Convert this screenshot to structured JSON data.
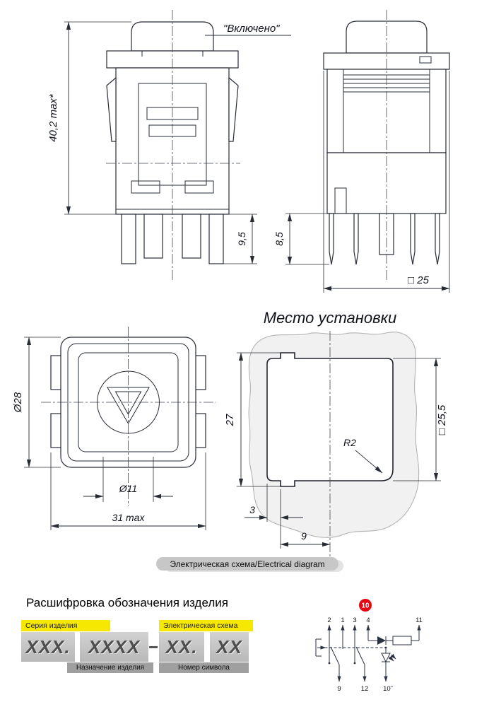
{
  "front_view": {
    "label_on": "\"Включено\"",
    "dim_height": "40,2 max*",
    "dim_pin": "9,5"
  },
  "side_view": {
    "dim_pin": "8,5",
    "dim_width": "□ 25"
  },
  "face_view": {
    "dim_bezel": "Ø28",
    "dim_symbol": "Ø11",
    "dim_width": "31 max"
  },
  "mounting": {
    "title": "Место установки",
    "dim_height": "27",
    "dim_square": "□ 25,5",
    "radius_label": "R2",
    "dim_notch": "3",
    "dim_offset": "9"
  },
  "banner": {
    "text": "Электрическая схема/Electrical diagram"
  },
  "decoding": {
    "title": "Расшифровка обозначения изделия",
    "series_header": "Серия изделия",
    "schema_header": "Электрическая схема",
    "code_series": "XXX.",
    "code_purpose": "XXXX",
    "separator": "–",
    "code_schema": "XX.",
    "code_symbol": "XX",
    "purpose_label": "Назначение изделия",
    "symbol_label": "Номер символа"
  },
  "schematic": {
    "badge": "10",
    "top_pins": {
      "p2": "2",
      "p1": "1",
      "p3": "3",
      "p4": "4",
      "p11": "11"
    },
    "bottom_pins": {
      "p9": "9",
      "p12": "12",
      "p10": "10˜"
    }
  },
  "colors": {
    "line": "#272c35",
    "accent_yellow": "#f6e800",
    "badge_red": "#e30613",
    "banner_gray": "#c7c7c7",
    "box_gray": "#c3c3c3",
    "label_gray": "#9f9f9f"
  }
}
